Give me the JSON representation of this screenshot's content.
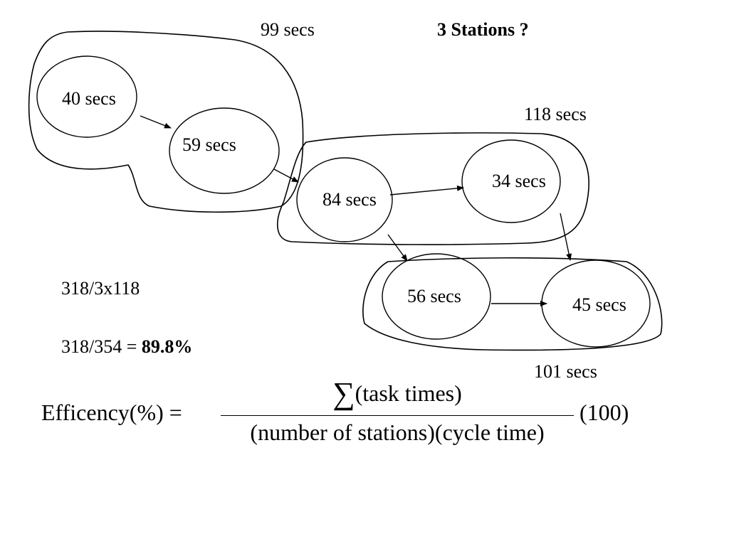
{
  "header": {
    "top_label": "99 secs",
    "title": "3 Stations ?"
  },
  "stations": [
    {
      "label": "99 secs"
    },
    {
      "label": "118 secs"
    },
    {
      "label": "101 secs"
    }
  ],
  "tasks": [
    {
      "label": "40 secs"
    },
    {
      "label": "59 secs"
    },
    {
      "label": "84 secs"
    },
    {
      "label": "34 secs"
    },
    {
      "label": "56 secs"
    },
    {
      "label": "45 secs"
    }
  ],
  "calculation": {
    "line1": "318/3x118",
    "line2_prefix": "318/354 = ",
    "line2_result": "89.8%"
  },
  "formula": {
    "lhs": "Efficency(%) =",
    "numerator": "(task times)",
    "sigma": "∑",
    "denominator": "(number of stations)(cycle time)",
    "multiplier": "(100)"
  }
}
